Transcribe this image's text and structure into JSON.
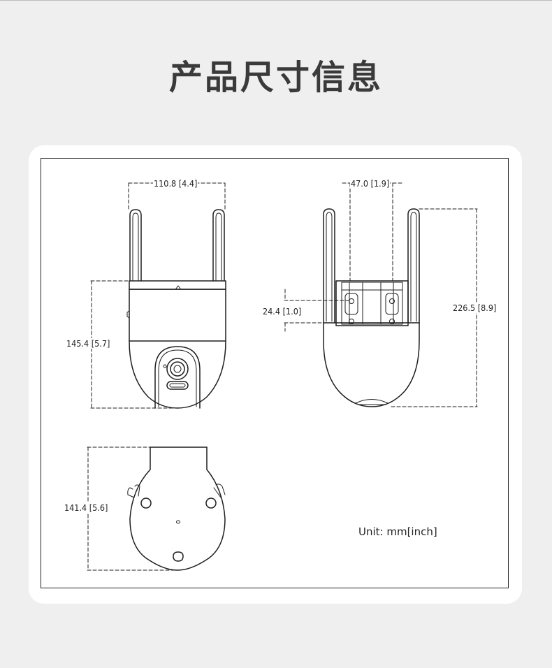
{
  "page": {
    "title": "产品尺寸信息",
    "unit": "Unit: mm[inch]"
  },
  "dimensions": {
    "front_width": "110.8 [4.4]",
    "front_height": "145.4 [5.7]",
    "side_width": "47.0 [1.9]",
    "side_bracket_height": "24.4 [1.0]",
    "side_total_height": "226.5 [8.9]",
    "base_height": "141.4 [5.6]"
  }
}
